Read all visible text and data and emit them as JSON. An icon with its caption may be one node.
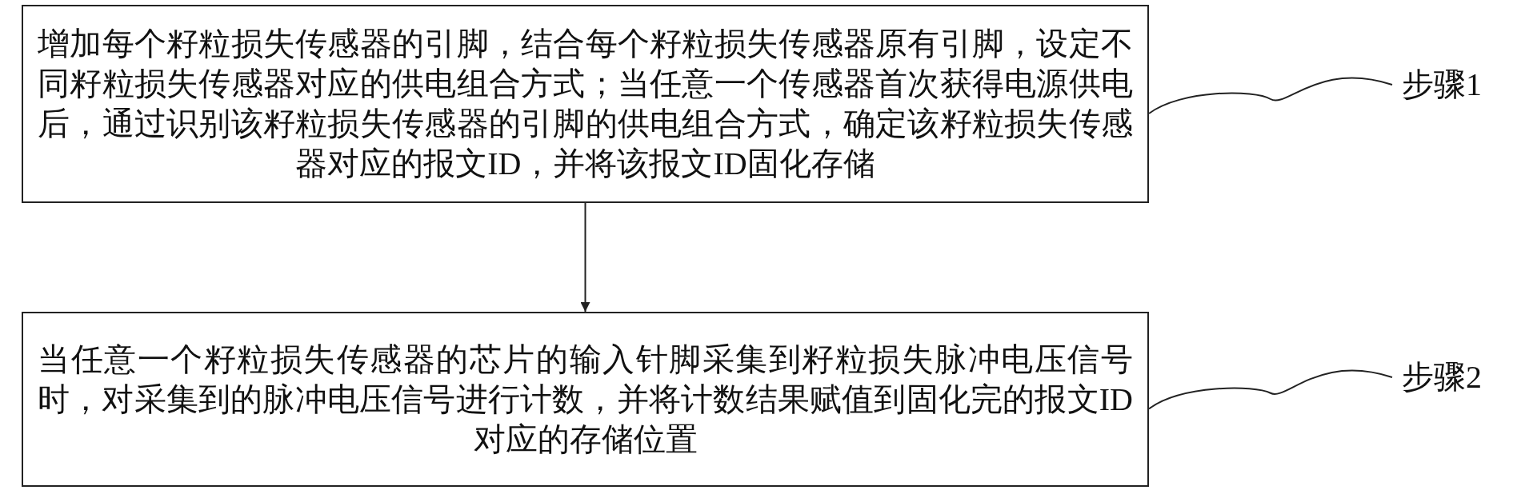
{
  "diagram": {
    "nodes": [
      {
        "text": [
          "增加每个籽粒损失传感器的引脚，结合每个籽粒损失传感器原有引脚，设定不同籽粒损失传感器对应的供电组合方式；当任意一个传感器首次获得电源供电后，通过识别该籽粒损失传感器的引脚的供电组合方式，确定该籽粒损失传感器对应的报文ID，并将该报文ID固化存储"
        ]
      },
      {
        "text": [
          "当任意一个籽粒损失传感器的芯片的输入针脚采集到籽粒损失脉冲电压信号时，对采集到的脉冲电压信号进行计数，并将计数结果赋值到固化完的报文ID对应的存储位置"
        ]
      },
      {
        "text": [
          "步骤1"
        ]
      },
      {
        "text": [
          "步骤2"
        ]
      }
    ],
    "edges": [
      {
        "from": 0,
        "to": 1,
        "arrow": "to"
      },
      {
        "from": 2,
        "to": 0,
        "arrow": "none"
      },
      {
        "from": 3,
        "to": 1,
        "arrow": "none"
      }
    ]
  }
}
